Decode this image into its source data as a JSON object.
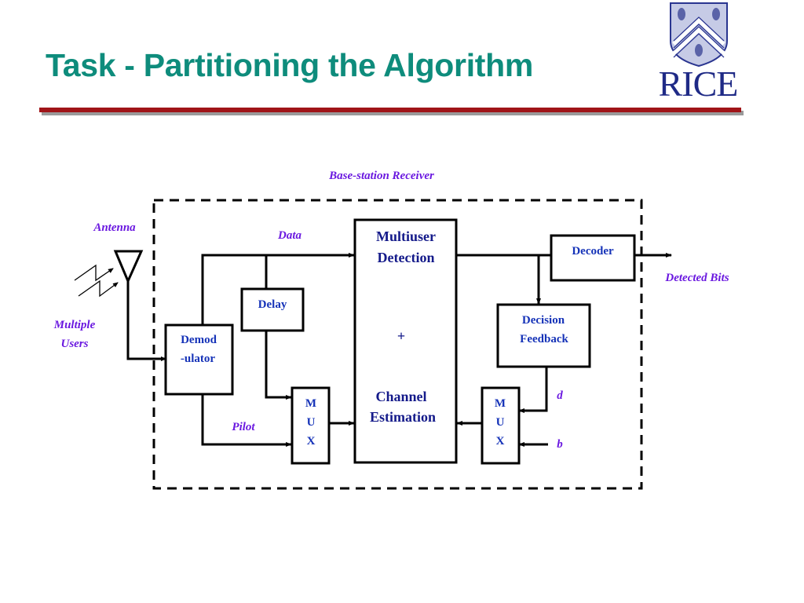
{
  "slide": {
    "title": "Task - Partitioning the Algorithm",
    "logo": {
      "text": "RICE",
      "icon": "rice-university-shield-icon"
    },
    "colors": {
      "title": "#0e8c7c",
      "rule": "#a01418",
      "label": "#6a18e0",
      "block_text": "#1633b8",
      "logo": "#1f2a86"
    }
  },
  "diagram": {
    "boundary_label": "Base-station Receiver",
    "labels": {
      "antenna": "Antenna",
      "users_line1": "Multiple",
      "users_line2": "Users",
      "data": "Data",
      "pilot": "Pilot",
      "detected_bits": "Detected Bits",
      "d": "d",
      "b": "b"
    },
    "blocks": {
      "demod_line1": "Demod",
      "demod_line2": "-ulator",
      "delay": "Delay",
      "mux1": [
        "M",
        "U",
        "X"
      ],
      "mux2": [
        "M",
        "U",
        "X"
      ],
      "mud_line1": "Multiuser",
      "mud_line2": "Detection",
      "plus": "+",
      "ce_line1": "Channel",
      "ce_line2": "Estimation",
      "decoder": "Decoder",
      "df_line1": "Decision",
      "df_line2": "Feedback"
    }
  }
}
